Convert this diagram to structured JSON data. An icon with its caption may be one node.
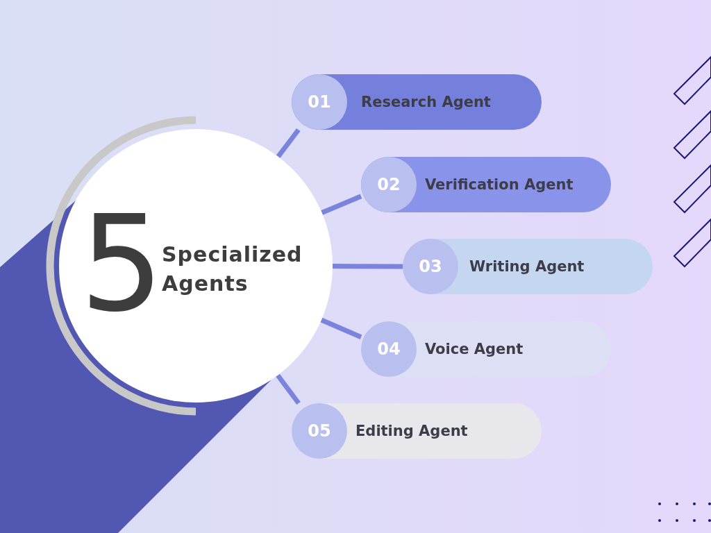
{
  "diagram": {
    "nodes": [
      {
        "text": [
          "5",
          "Specialized Agents"
        ]
      },
      {
        "text": [
          "01",
          "Research Agent"
        ]
      },
      {
        "text": [
          "02",
          "Verification Agent"
        ]
      },
      {
        "text": [
          "03",
          "Writing Agent"
        ]
      },
      {
        "text": [
          "04",
          "Voice Agent"
        ]
      },
      {
        "text": [
          "05",
          "Editing Agent"
        ]
      }
    ],
    "edges": [
      {
        "from": 0,
        "to": 1,
        "arrow": "none"
      },
      {
        "from": 0,
        "to": 2,
        "arrow": "none"
      },
      {
        "from": 0,
        "to": 3,
        "arrow": "none"
      },
      {
        "from": 0,
        "to": 4,
        "arrow": "none"
      },
      {
        "from": 0,
        "to": 5,
        "arrow": "none"
      }
    ]
  }
}
